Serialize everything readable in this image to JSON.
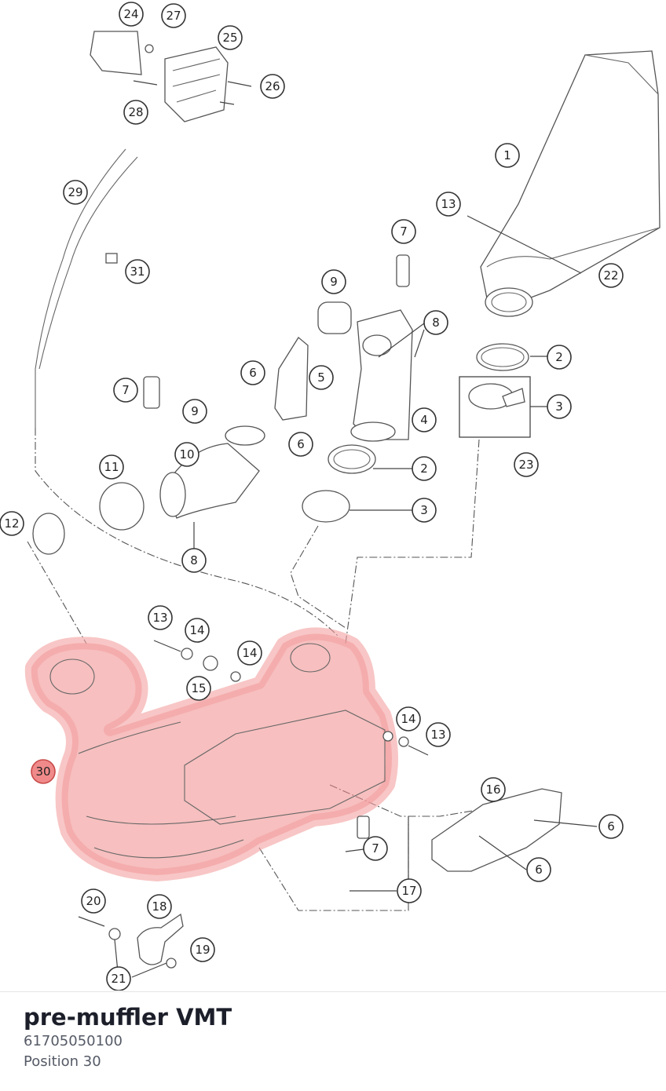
{
  "callouts": [
    "1",
    "2",
    "3",
    "4",
    "5",
    "6",
    "7",
    "8",
    "9",
    "10",
    "11",
    "12",
    "13",
    "14",
    "15",
    "16",
    "17",
    "18",
    "19",
    "20",
    "21",
    "22",
    "23",
    "24",
    "25",
    "26",
    "27",
    "28",
    "29",
    "30",
    "31"
  ],
  "selected": {
    "title": "pre-muffler VMT",
    "part_number": "61705050100",
    "position": "Position 30"
  },
  "colors": {
    "highlight": "#f08a8a",
    "line": "#555555"
  }
}
